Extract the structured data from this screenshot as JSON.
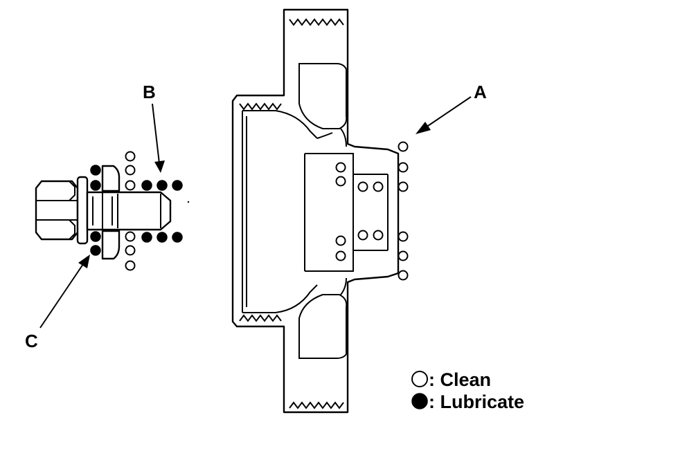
{
  "callouts": {
    "a": "A",
    "b": "B",
    "c": "C"
  },
  "legend": {
    "clean": ": Clean",
    "lubricate": ": Lubricate"
  },
  "colors": {
    "ink": "#000000",
    "paper": "#ffffff"
  }
}
